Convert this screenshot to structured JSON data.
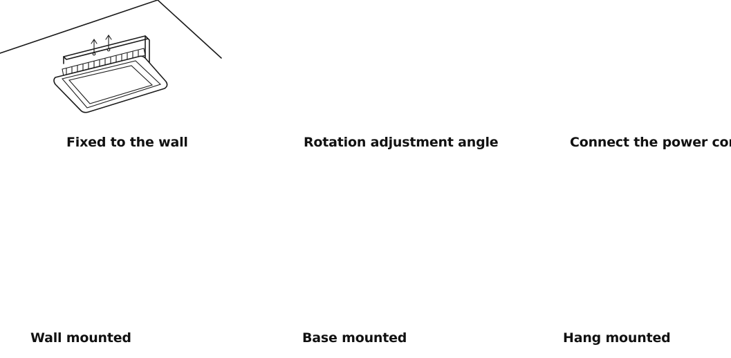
{
  "captions": {
    "fixed_to_wall": "Fixed to the wall",
    "rotation": "Rotation adjustment angle",
    "power_cord": "Connect the power cord",
    "wall_mounted": "Wall mounted",
    "base_mounted": "Base mounted",
    "hang_mounted": "Hang mounted"
  },
  "colors": {
    "line": "#1a1a1a",
    "accent": "#d9342b",
    "background": "#ffffff"
  }
}
